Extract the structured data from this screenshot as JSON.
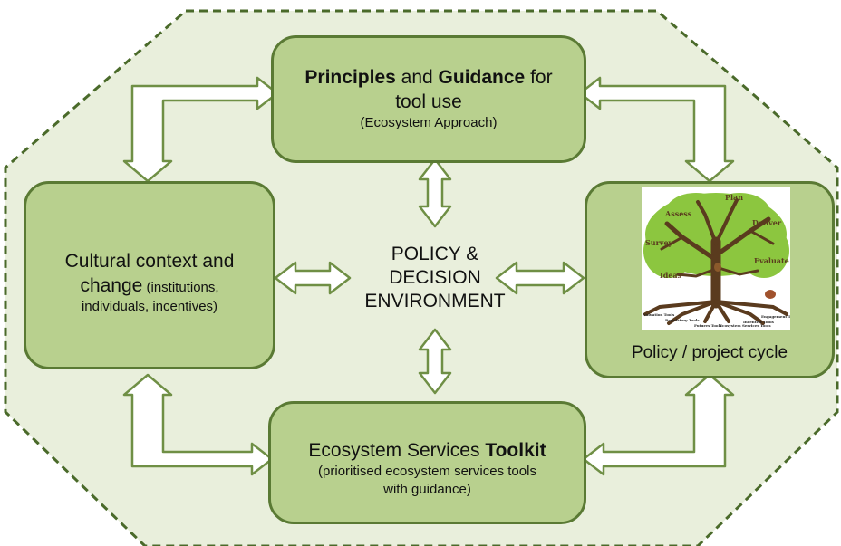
{
  "principles": {
    "bold1": "Principles",
    "mid1": " and ",
    "bold2": "Guidance",
    "rest1": " for",
    "line2": "tool use",
    "sub": "(Ecosystem Approach)"
  },
  "cultural": {
    "line1": "Cultural context and",
    "line2_main": "change",
    "line2_small": " (institutions,",
    "line3": "individuals, incentives)"
  },
  "center": {
    "line1": "POLICY &",
    "line2": "DECISION",
    "line3": "ENVIRONMENT"
  },
  "toolkit": {
    "main": "Ecosystem Services ",
    "bold": "Toolkit",
    "sub1": "(prioritised ecosystem services tools",
    "sub2": "with guidance)"
  },
  "policy_cycle": {
    "label": "Policy / project cycle",
    "stages": [
      "Plan",
      "Assess",
      "Deliver",
      "Survey",
      "Evaluate",
      "Ideas"
    ],
    "tools": [
      "Valuation Tools",
      "Regulatory Tools",
      "Futures Tools",
      "Ecosystem Services Tools",
      "Incentive Tools",
      "Engagement Tools"
    ]
  },
  "colors": {
    "background_fill": "#e9efdc",
    "dashed_border": "#4a6a2a",
    "box_fill": "#b8d08e",
    "box_border": "#5a7a34",
    "arrow_fill": "#ffffff",
    "arrow_stroke": "#6f8f45"
  }
}
